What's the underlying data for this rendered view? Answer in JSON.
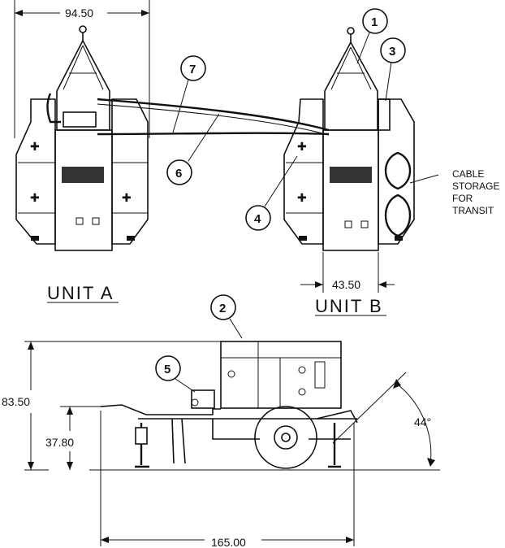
{
  "dimensions": {
    "unit_a_width": "94.50",
    "unit_b_width": "43.50",
    "overall_height": "83.50",
    "hitch_height": "37.80",
    "overall_length": "165.00",
    "angle": "44°"
  },
  "unit_labels": {
    "unit_a": "UNIT A",
    "unit_b": "UNIT B"
  },
  "callouts": [
    "1",
    "2",
    "3",
    "4",
    "5",
    "6",
    "7"
  ],
  "cable_note": [
    "CABLE",
    "STORAGE",
    "FOR",
    "TRANSIT"
  ]
}
